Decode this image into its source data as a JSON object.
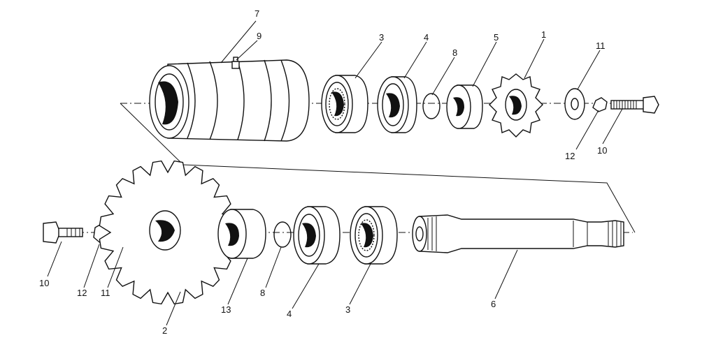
{
  "diagram": {
    "callouts": [
      {
        "id": "c7-top",
        "text": "7"
      },
      {
        "id": "c9-top",
        "text": "9"
      },
      {
        "id": "c3-top",
        "text": "3"
      },
      {
        "id": "c4-top",
        "text": "4"
      },
      {
        "id": "c8-top",
        "text": "8"
      },
      {
        "id": "c5-top",
        "text": "5"
      },
      {
        "id": "c1-top",
        "text": "1"
      },
      {
        "id": "c11-top",
        "text": "11"
      },
      {
        "id": "c12-top",
        "text": "12"
      },
      {
        "id": "c10-top",
        "text": "10"
      },
      {
        "id": "c10-bot",
        "text": "10"
      },
      {
        "id": "c12-bot",
        "text": "12"
      },
      {
        "id": "c11-bot",
        "text": "11"
      },
      {
        "id": "c2-bot",
        "text": "2"
      },
      {
        "id": "c13-bot",
        "text": "13"
      },
      {
        "id": "c8-bot",
        "text": "8"
      },
      {
        "id": "c4-bot",
        "text": "4"
      },
      {
        "id": "c3-bot",
        "text": "3"
      },
      {
        "id": "c6-bot",
        "text": "6"
      }
    ]
  }
}
